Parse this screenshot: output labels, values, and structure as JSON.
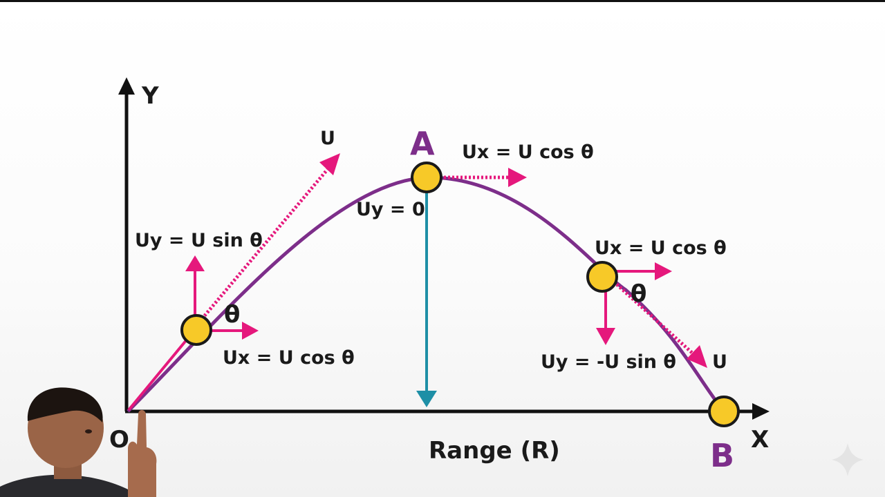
{
  "colors": {
    "trajectory": "#7d2e8a",
    "vector": "#e5187c",
    "ball_fill": "#f7c928",
    "ball_stroke": "#1a1a1a",
    "axis": "#111111",
    "drop_line": "#1e8fa6",
    "point_label": "#7d2e8a",
    "text": "#1a1a1a"
  },
  "axes": {
    "y_label": "Y",
    "x_label": "X",
    "origin_label": "O",
    "range_label": "Range (R)"
  },
  "points": {
    "peak": "A",
    "landing": "B"
  },
  "launch": {
    "velocity": "U",
    "uy": "Uy = U sin θ",
    "ux": "Ux = U cos θ",
    "angle": "θ"
  },
  "peak": {
    "ux": "Ux = U cos θ",
    "uy": "Uy = 0"
  },
  "descent": {
    "ux": "Ux = U cos θ",
    "uy": "Uy = -U sin θ",
    "angle": "θ",
    "velocity": "U"
  },
  "icons": [
    "sparkle-icon"
  ]
}
